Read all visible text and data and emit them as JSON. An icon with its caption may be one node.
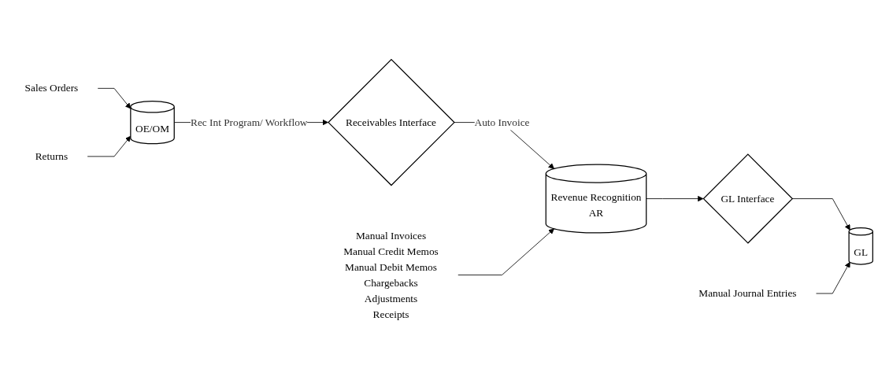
{
  "diagram": {
    "nodes": [
      {
        "text": [
          "Sales Orders"
        ]
      },
      {
        "text": [
          "Returns"
        ]
      },
      {
        "text": [
          "OE/OM"
        ]
      },
      {
        "text": [
          "Receivables Interface"
        ]
      },
      {
        "text": [
          "Revenue Recognition",
          "AR"
        ]
      },
      {
        "text": [
          "GL Interface"
        ]
      },
      {
        "text": [
          "GL"
        ]
      },
      {
        "text": [
          "Manual Invoices",
          "Manual Credit Memos",
          "Manual Debit Memos",
          "Chargebacks",
          "Adjustments",
          "Receipts"
        ]
      },
      {
        "text": [
          "Manual Journal Entries"
        ]
      }
    ],
    "edges": [
      {
        "from": 0,
        "to": 2,
        "arrow": "to"
      },
      {
        "from": 1,
        "to": 2,
        "arrow": "to"
      },
      {
        "from": 2,
        "to": 3,
        "arrow": "to",
        "label": "Rec Int Program/ Workflow"
      },
      {
        "from": 3,
        "to": 4,
        "arrow": "to",
        "label": "Auto Invoice"
      },
      {
        "from": 4,
        "to": 5,
        "arrow": "to"
      },
      {
        "from": 5,
        "to": 6,
        "arrow": "to"
      },
      {
        "from": 7,
        "to": 4,
        "arrow": "to"
      },
      {
        "from": 8,
        "to": 6,
        "arrow": "to"
      }
    ]
  }
}
